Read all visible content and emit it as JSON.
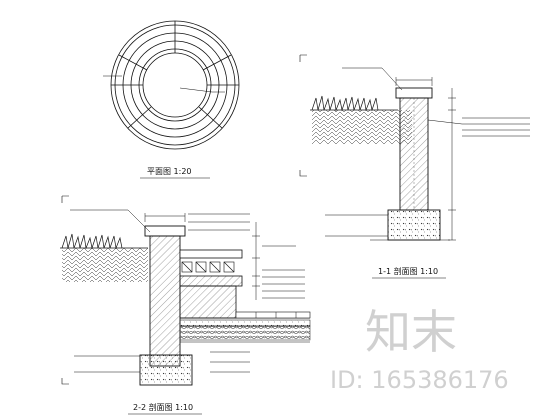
{
  "captions": {
    "plan": "平面图 1:20",
    "section_1": "1-1 剖面图 1:10",
    "section_2": "2-2 剖面图 1:10"
  },
  "watermark": {
    "logo_text": "知末",
    "id_text": "ID: 165386176"
  },
  "colors": {
    "line": "#111111",
    "watermark": "#d0d0d0"
  }
}
